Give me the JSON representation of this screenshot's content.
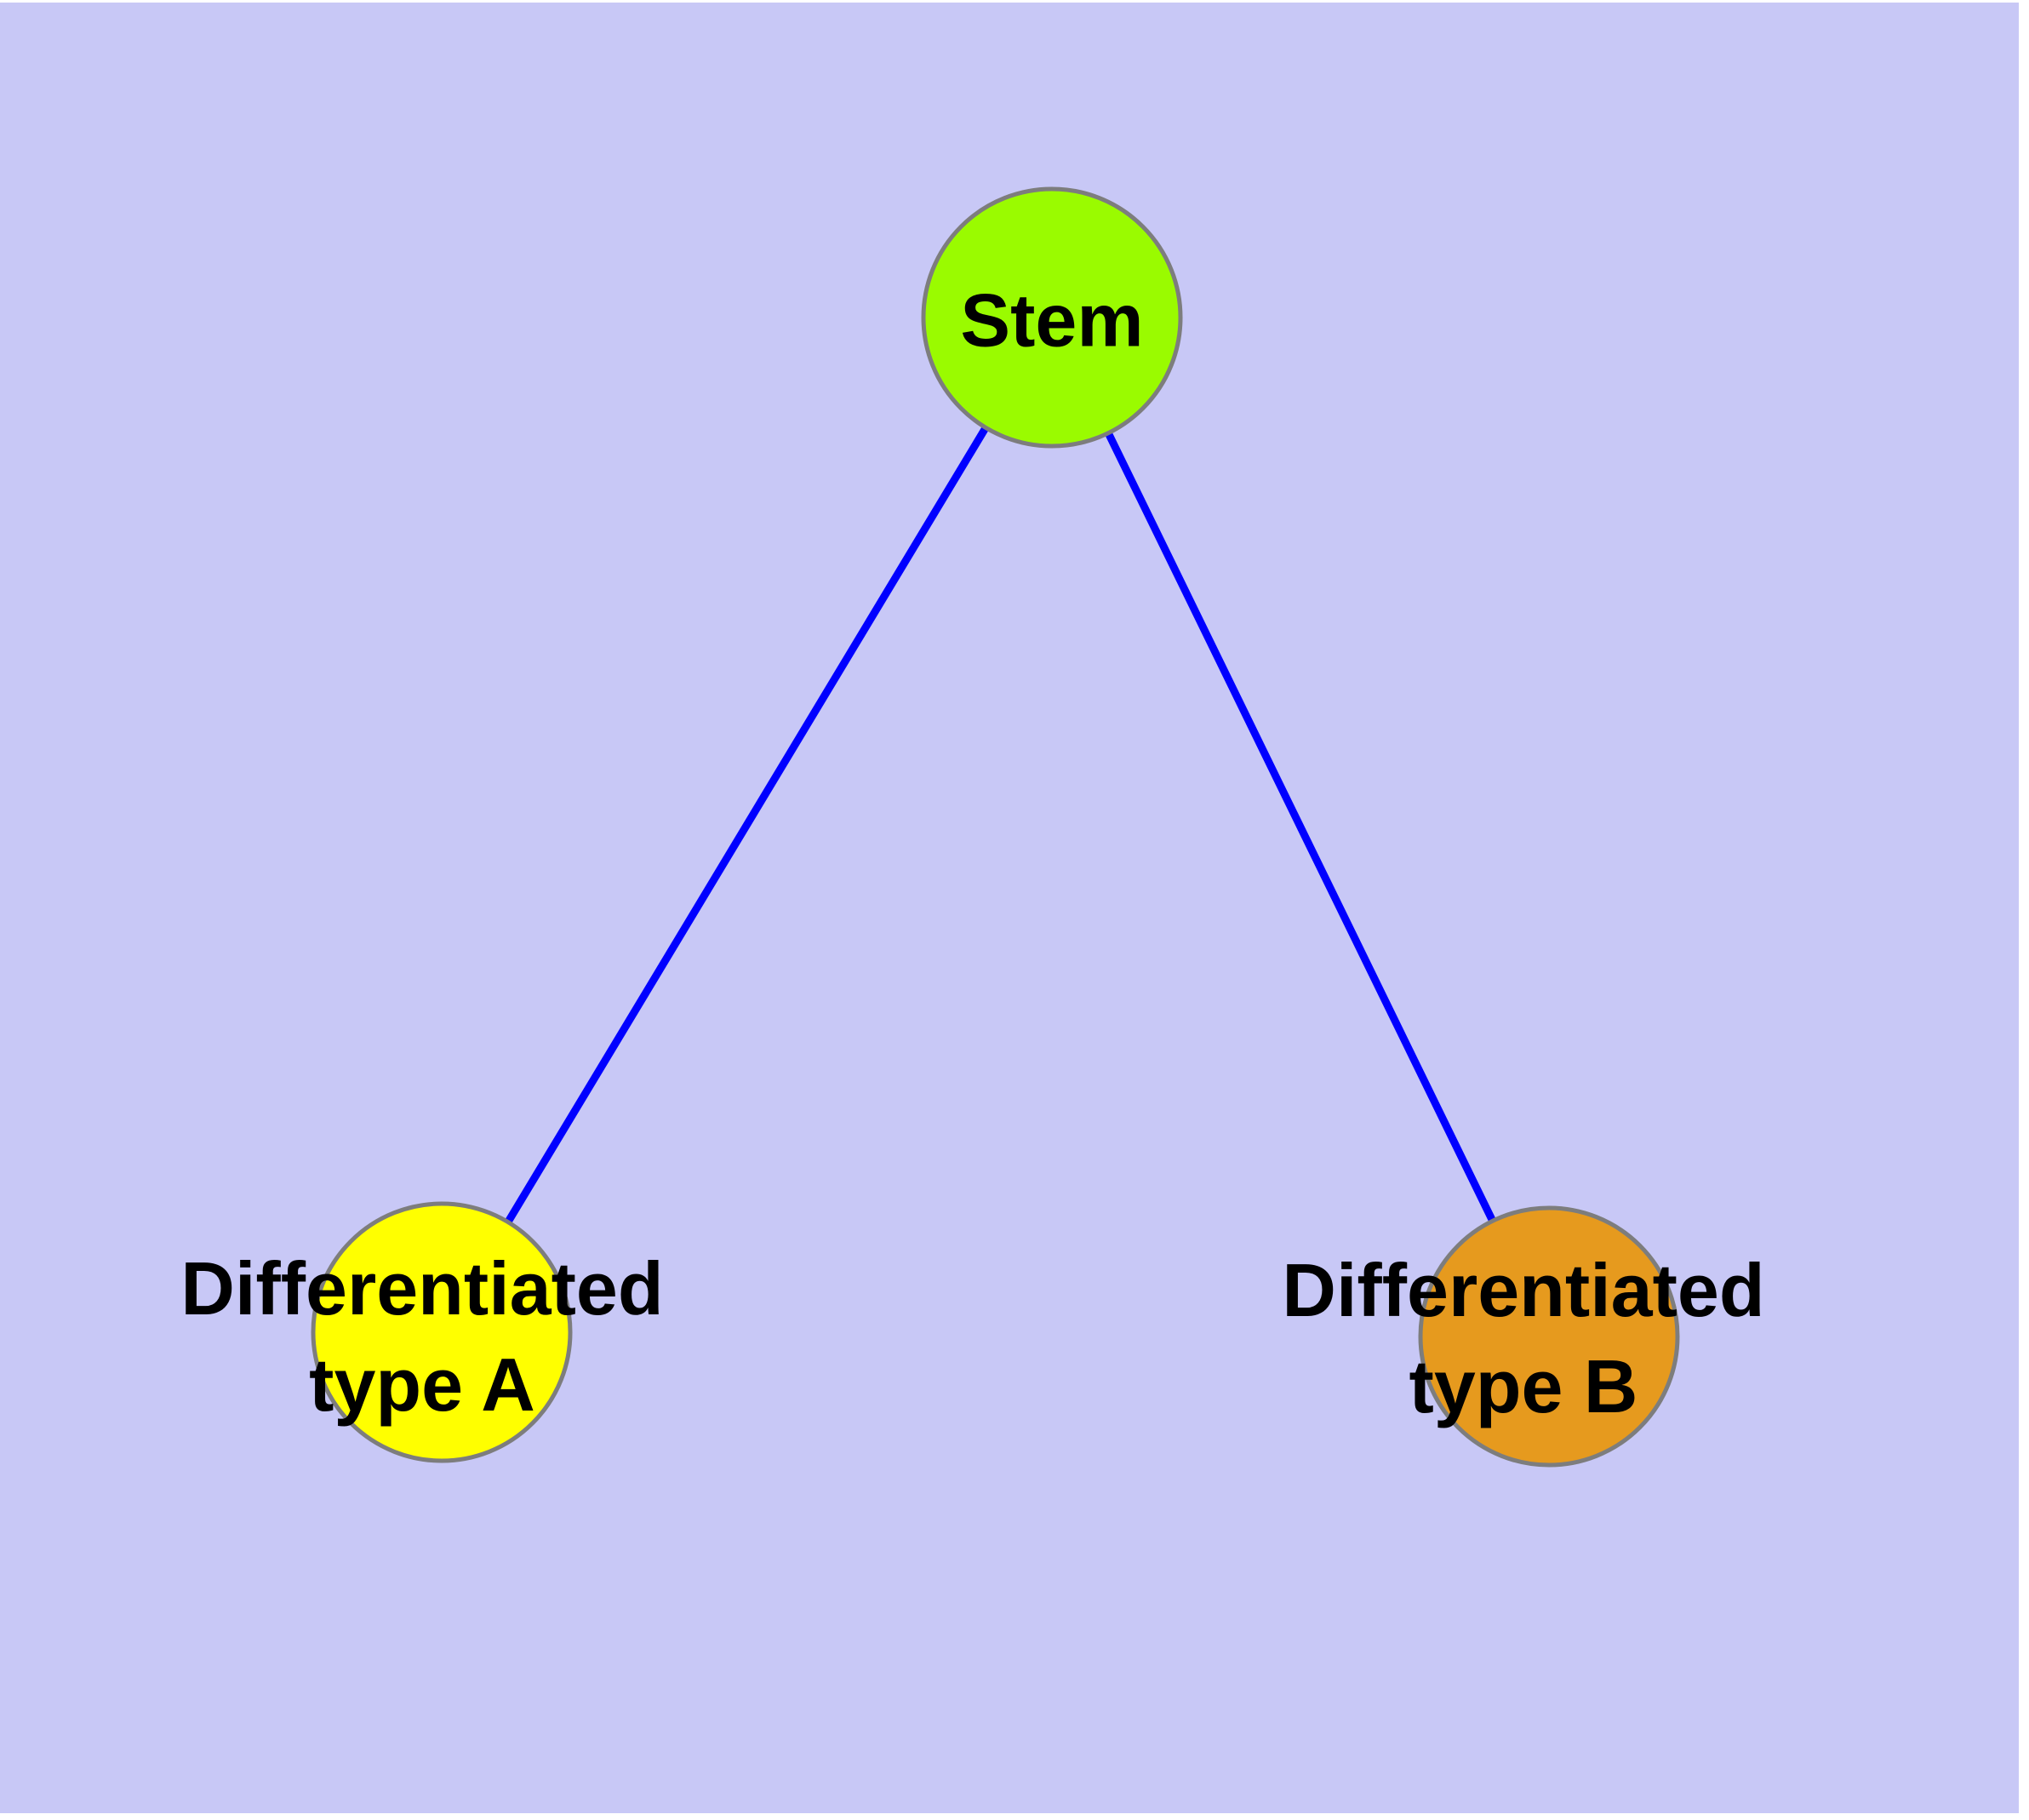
{
  "diagram": {
    "background_color": "#c8c8f6",
    "text_color": "#000000",
    "edge_color": "#0000ff",
    "node_border_color": "#7d7d7d",
    "nodes": [
      {
        "id": "stem",
        "label": "Stem",
        "fill": "#9afb00"
      },
      {
        "id": "diff-a",
        "label": "Differentiated\ntype A",
        "fill": "#ffff00"
      },
      {
        "id": "diff-b",
        "label": "Differentiated\ntype B",
        "fill": "#e69a1e"
      }
    ],
    "edges": [
      {
        "from": "stem",
        "to": "diff-a"
      },
      {
        "from": "stem",
        "to": "diff-b"
      }
    ]
  }
}
